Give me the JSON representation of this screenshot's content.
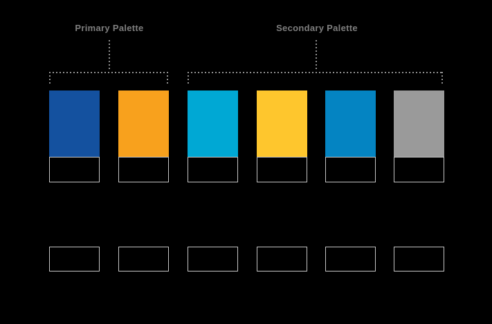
{
  "ui_colors": {
    "page_bg": "#000000",
    "label_text": "#7E7E7E",
    "dotted_line": "#8F8F8F",
    "box_border": "#C6C6C6"
  },
  "labels": {
    "primary": "Primary Palette",
    "secondary": "Secondary Palette"
  },
  "palette": {
    "swatches": [
      {
        "group": "Primary Palette",
        "name": "dark-blue",
        "color": "#14519F"
      },
      {
        "group": "Primary Palette",
        "name": "orange",
        "color": "#F8A11D"
      },
      {
        "group": "Secondary Palette",
        "name": "cyan",
        "color": "#00A8D4"
      },
      {
        "group": "Secondary Palette",
        "name": "yellow",
        "color": "#FEC62D"
      },
      {
        "group": "Secondary Palette",
        "name": "blue",
        "color": "#0484C2"
      },
      {
        "group": "Secondary Palette",
        "name": "gray",
        "color": "#9A9A9A"
      }
    ]
  }
}
